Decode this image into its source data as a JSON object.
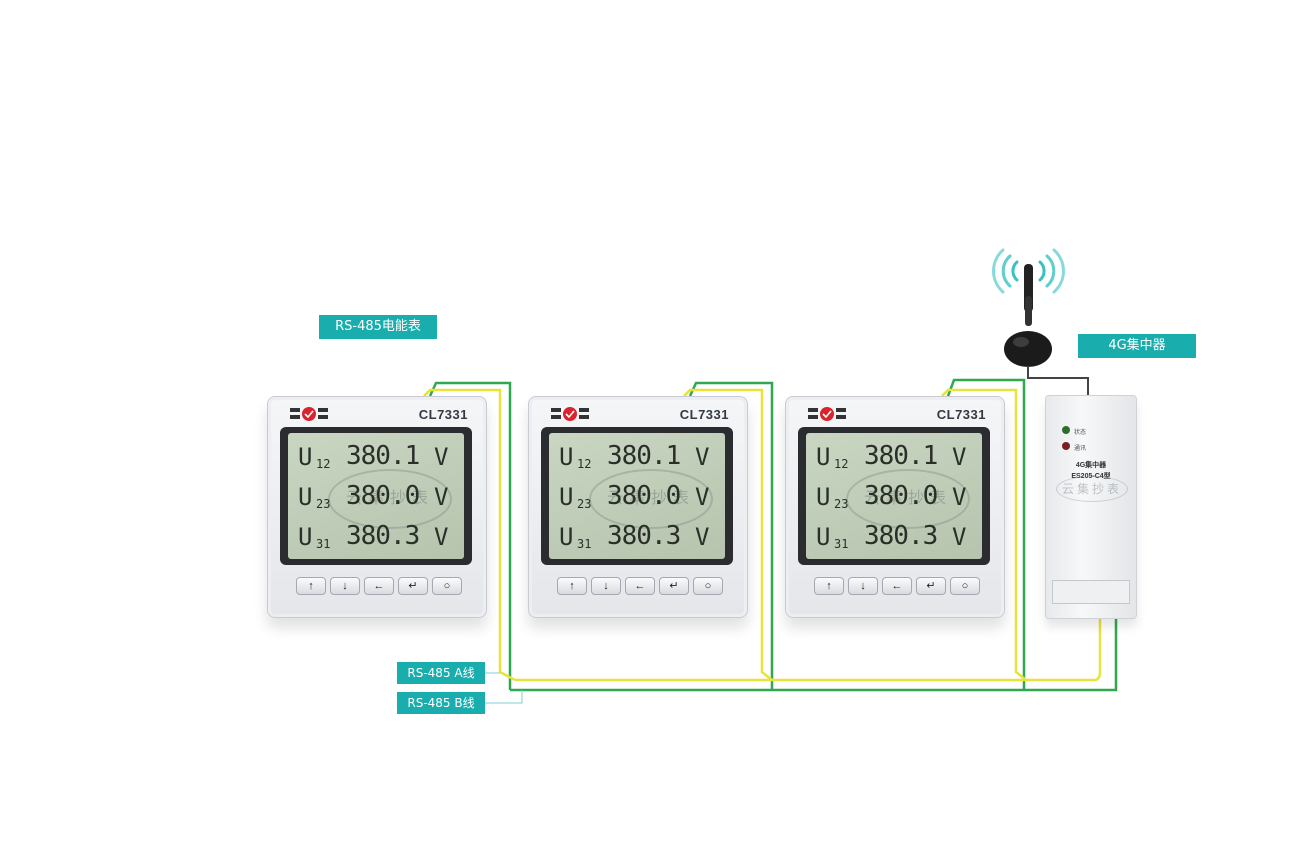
{
  "labels": {
    "meters": "RS-485电能表",
    "concentrator": "4G集中器",
    "line_a": "RS-485 A线",
    "line_b": "RS-485 B线"
  },
  "meters": [
    {
      "model": "CL7331",
      "rows": [
        {
          "symbol": "U",
          "sub": "12",
          "value": "380.1",
          "unit": "V"
        },
        {
          "symbol": "U",
          "sub": "23",
          "value": "380.0",
          "unit": "V"
        },
        {
          "symbol": "U",
          "sub": "31",
          "value": "380.3",
          "unit": "V"
        }
      ],
      "watermark": "云集抄表",
      "buttons": [
        "↑",
        "↓",
        "←",
        "↵",
        "○"
      ]
    },
    {
      "model": "CL7331",
      "rows": [
        {
          "symbol": "U",
          "sub": "12",
          "value": "380.1",
          "unit": "V"
        },
        {
          "symbol": "U",
          "sub": "23",
          "value": "380.0",
          "unit": "V"
        },
        {
          "symbol": "U",
          "sub": "31",
          "value": "380.3",
          "unit": "V"
        }
      ],
      "watermark": "云集抄表",
      "buttons": [
        "↑",
        "↓",
        "←",
        "↵",
        "○"
      ]
    },
    {
      "model": "CL7331",
      "rows": [
        {
          "symbol": "U",
          "sub": "12",
          "value": "380.1",
          "unit": "V"
        },
        {
          "symbol": "U",
          "sub": "23",
          "value": "380.0",
          "unit": "V"
        },
        {
          "symbol": "U",
          "sub": "31",
          "value": "380.3",
          "unit": "V"
        }
      ],
      "watermark": "云集抄表",
      "buttons": [
        "↑",
        "↓",
        "←",
        "↵",
        "○"
      ]
    }
  ],
  "concentrator": {
    "led_status": "状态",
    "led_comm": "通讯",
    "title": "4G集中器",
    "model": "ES205-C4型",
    "watermark": "云集抄表"
  },
  "colors": {
    "tag": "#1aadad",
    "wire_a": "#e8e23a",
    "wire_b": "#2fa84f",
    "antenna_wave": "#37c2c0"
  }
}
